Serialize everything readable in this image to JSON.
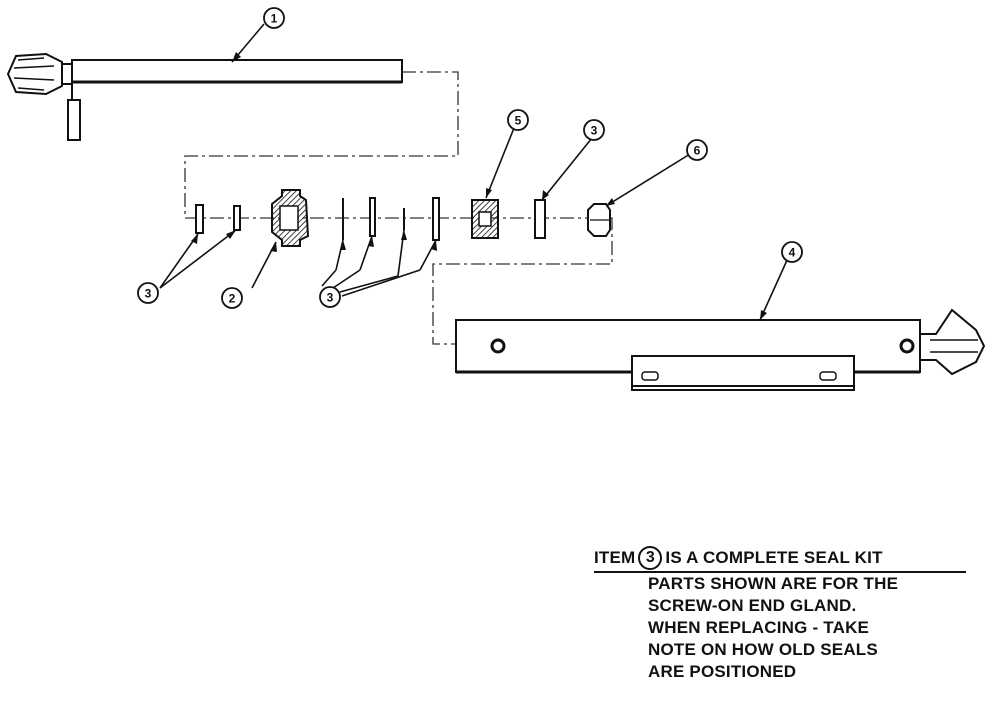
{
  "callouts": [
    {
      "id": "c1",
      "label": "1"
    },
    {
      "id": "c2",
      "label": "2"
    },
    {
      "id": "c3a",
      "label": "3"
    },
    {
      "id": "c3b",
      "label": "3"
    },
    {
      "id": "c3c",
      "label": "3"
    },
    {
      "id": "c4",
      "label": "4"
    },
    {
      "id": "c5",
      "label": "5"
    },
    {
      "id": "c6",
      "label": "6"
    }
  ],
  "note": {
    "prefix": "ITEM",
    "item_ref": "3",
    "first_line_rest": "IS A COMPLETE SEAL KIT",
    "lines": [
      "PARTS SHOWN ARE FOR THE",
      "SCREW-ON END GLAND.",
      "WHEN REPLACING - TAKE",
      "NOTE ON HOW OLD SEALS",
      "ARE POSITIONED"
    ]
  }
}
